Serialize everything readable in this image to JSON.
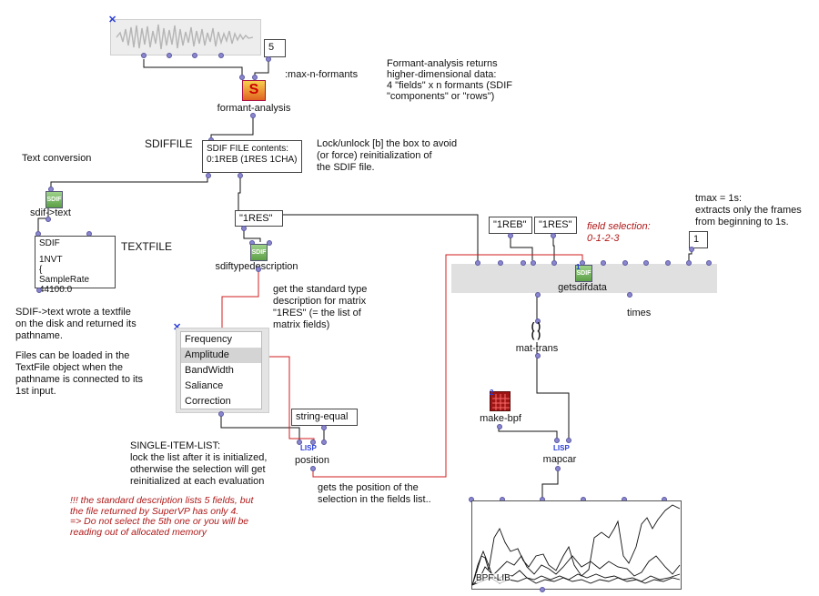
{
  "labels": {
    "max_n_formants": ":max-n-formants",
    "formant_note": [
      "Formant-analysis returns",
      "higher-dimensional data:",
      "4 \"fields\" x n formants (SDIF",
      "\"components\" or \"rows\")"
    ],
    "formant_analysis": "formant-analysis",
    "sdiffile": "SDIFFILE",
    "sdif_contents": [
      "SDIF FILE contents:",
      "0:1REB (1RES 1CHA)"
    ],
    "lock_note": [
      "Lock/unlock [b] the box to avoid",
      "(or force) reinitialization of",
      "the SDIF file."
    ],
    "text_conversion": "Text conversion",
    "sdif_to_text": "sdif->text",
    "textfile": "TEXTFILE",
    "textfile_contents": [
      "SDIF",
      "",
      "1NVT",
      "{",
      "SampleRate 44100.0"
    ],
    "val_1res_a": "\"1RES\"",
    "val_1reb": "\"1REB\"",
    "val_1res_b": "\"1RES\"",
    "field_selection": [
      "field selection:",
      "0-1-2-3"
    ],
    "tmax_note": [
      "tmax = 1s:",
      "extracts only the frames",
      "from beginning to 1s."
    ],
    "tmax_value": "1",
    "max_formants_value": "5",
    "sdiftypedescription": "sdiftypedescription",
    "getsdifdata": "getsdifdata",
    "times": "times",
    "std_type_note": [
      "get the standard type",
      "description for matrix",
      "\"1RES\" (= the list of",
      "matrix fields)"
    ],
    "sdif_text_note": [
      "SDIF->text wrote a textfile",
      "on the disk and returned its",
      "pathname.",
      "",
      "Files can be loaded in the",
      "TextFile object when the",
      "pathname is connected to its",
      "1st input."
    ],
    "list_items": [
      "Frequency",
      "Amplitude",
      "BandWidth",
      "Saliance",
      "Correction"
    ],
    "selected_index": 1,
    "string_equal": "string-equal",
    "position": "position",
    "lisp": "LISP",
    "single_item_note": [
      "SINGLE-ITEM-LIST:",
      "lock the list after it is initialized,",
      "otherwise the selection will get",
      "reinitialized at each evaluation"
    ],
    "warning_note": [
      "!!! the standard description lists 5 fields, but",
      "the file returned by SuperVP has only 4.",
      "=> Do not select the 5th one or you will be",
      "reading out of allocated memory"
    ],
    "position_note": [
      "gets the position of the",
      "selection in the fields list.."
    ],
    "mat_trans": "mat-trans",
    "make_bpf": "make-bpf",
    "mapcar": "mapcar",
    "bpf_lib": "BPF-LIB"
  },
  "colors": {
    "accent": "#8a87cf",
    "warning": "#b01818",
    "link": "#cc2222"
  }
}
